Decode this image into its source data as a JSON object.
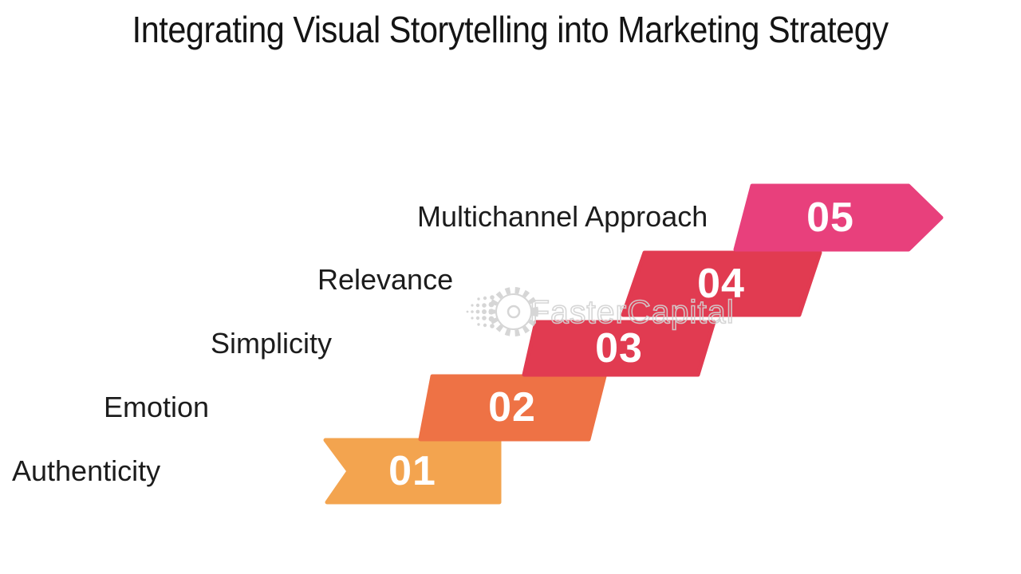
{
  "title": "Integrating Visual Storytelling into Marketing Strategy",
  "watermark": {
    "text": "FasterCapital",
    "icon": "gear-dots-logo-icon",
    "outline_color": "#d2d2d2"
  },
  "steps": [
    {
      "number": "01",
      "label": "Authenticity",
      "color": "#F3A44F",
      "shape": "notched-banner"
    },
    {
      "number": "02",
      "label": "Emotion",
      "color": "#EE7245",
      "shape": "parallelogram"
    },
    {
      "number": "03",
      "label": "Simplicity",
      "color": "#E13B51",
      "shape": "parallelogram"
    },
    {
      "number": "04",
      "label": "Relevance",
      "color": "#E13B51",
      "shape": "parallelogram"
    },
    {
      "number": "05",
      "label": "Multichannel Approach",
      "color": "#E8407C",
      "shape": "right-arrow"
    }
  ],
  "number_text_color": "#ffffff",
  "label_text_color": "#1c1c1c"
}
